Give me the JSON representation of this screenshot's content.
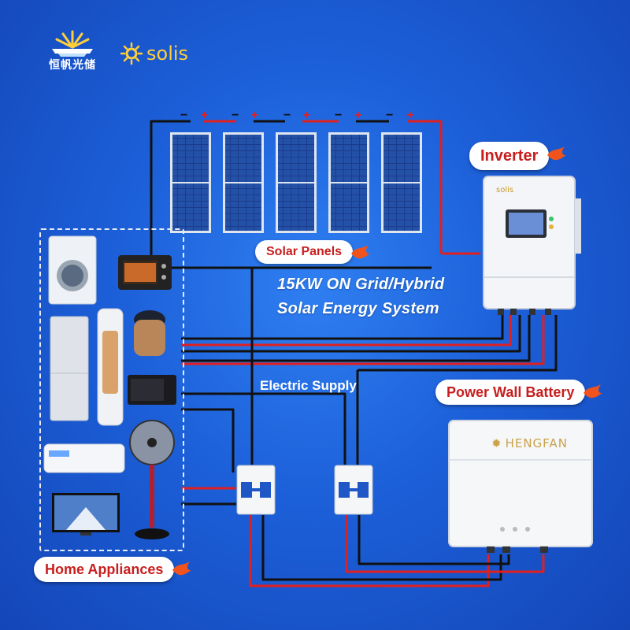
{
  "logos": {
    "brand_cn": "恒帆光储",
    "brand_en": "solis"
  },
  "labels": {
    "inverter": "Inverter",
    "solar_panels": "Solar Panels",
    "title_line1": "15KW ON Grid/Hybrid",
    "title_line2": "Solar Energy System",
    "electric_supply": "Electric Supply",
    "battery": "Power Wall Battery",
    "home_appliances": "Home Appliances"
  },
  "devices": {
    "inverter_brand": "solis",
    "battery_brand": "HENGFAN"
  },
  "polarity": {
    "negative": "−",
    "positive": "+"
  },
  "colors": {
    "background": "#1c5fd8",
    "tag_text": "#c81e1e",
    "positive_wire": "#e02020",
    "negative_wire": "#111111",
    "battery_brand": "#c9a24a",
    "logo_accent": "#ffcf3a"
  }
}
